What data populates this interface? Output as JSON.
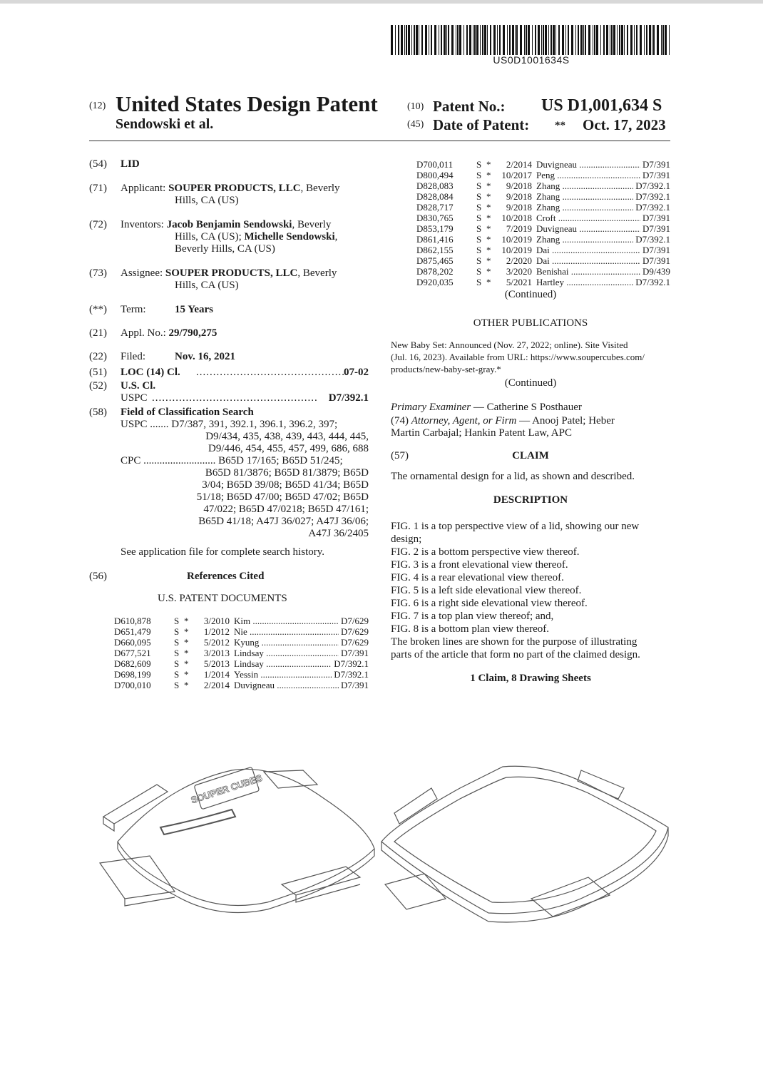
{
  "barcode_number": "US0D1001634S",
  "header": {
    "kind_code": "(12)",
    "title": "United States Design Patent",
    "patent_no_code": "(10)",
    "patent_no_label": "Patent No.:",
    "patent_no": "US D1,001,634 S",
    "inventor_short": "Sendowski et al.",
    "date_code": "(45)",
    "date_label": "Date of Patent:",
    "date_mark": "**",
    "date": "Oct. 17, 2023"
  },
  "left": {
    "title_code": "(54)",
    "title": "LID",
    "applicant_code": "(71)",
    "applicant_label": "Applicant:",
    "applicant_name": "SOUPER PRODUCTS, LLC",
    "applicant_rest": ", Beverly",
    "applicant_line2": "Hills, CA (US)",
    "inventors_code": "(72)",
    "inventors_label": "Inventors:",
    "inv1": "Jacob Benjamin Sendowski",
    "inv1_rest": ", Beverly",
    "inv2_pre": "Hills, CA (US); ",
    "inv2": "Michelle Sendowski",
    "inv2_rest": ",",
    "inv3": "Beverly Hills, CA (US)",
    "assignee_code": "(73)",
    "assignee_label": "Assignee:",
    "assignee_name": "SOUPER PRODUCTS, LLC",
    "assignee_rest": ", Beverly",
    "assignee_line2": "Hills, CA (US)",
    "term_code": "(**)",
    "term_label": "Term:",
    "term": "15 Years",
    "appl_code": "(21)",
    "appl_label": "Appl. No.:",
    "appl_no": "29/790,275",
    "filed_code": "(22)",
    "filed_label": "Filed:",
    "filed": "Nov. 16, 2021",
    "loc_code": "(51)",
    "loc_label": "LOC (14) Cl.",
    "loc_value": "07-02",
    "uscl_code": "(52)",
    "uscl_label": "U.S. Cl.",
    "uspc_label": "USPC",
    "uspc_value": "D7/392.1",
    "field_code": "(58)",
    "field_label": "Field of Classification Search",
    "field_lines": [
      "USPC ....... D7/387, 391, 392.1, 396.1, 396.2, 397;",
      "D9/434, 435, 438, 439, 443, 444, 445,",
      "D9/446, 454, 455, 457, 499, 686, 688",
      "CPC ........................... B65D 17/165; B65D 51/245;",
      "B65D 81/3876; B65D 81/3879; B65D",
      "3/04; B65D 39/08; B65D 41/34; B65D",
      "51/18; B65D 47/00; B65D 47/02; B65D",
      "47/022; B65D 47/0218; B65D 47/161;",
      "B65D 41/18; A47J 36/027; A47J 36/06;",
      "A47J 36/2405"
    ],
    "search_note": "See application file for complete search history.",
    "refs_code": "(56)",
    "refs_label": "References Cited",
    "us_docs": "U.S. PATENT DOCUMENTS",
    "refs": [
      [
        "D610,878",
        "S",
        "*",
        "3/2010",
        "Kim",
        "D7/629"
      ],
      [
        "D651,479",
        "S",
        "*",
        "1/2012",
        "Nie",
        "D7/629"
      ],
      [
        "D660,095",
        "S",
        "*",
        "5/2012",
        "Kyung",
        "D7/629"
      ],
      [
        "D677,521",
        "S",
        "*",
        "3/2013",
        "Lindsay",
        "D7/391"
      ],
      [
        "D682,609",
        "S",
        "*",
        "5/2013",
        "Lindsay",
        "D7/392.1"
      ],
      [
        "D698,199",
        "S",
        "*",
        "1/2014",
        "Yessin",
        "D7/392.1"
      ],
      [
        "D700,010",
        "S",
        "*",
        "2/2014",
        "Duvigneau",
        "D7/391"
      ]
    ]
  },
  "right": {
    "refs": [
      [
        "D700,011",
        "S",
        "*",
        "2/2014",
        "Duvigneau",
        "D7/391"
      ],
      [
        "D800,494",
        "S",
        "*",
        "10/2017",
        "Peng",
        "D7/391"
      ],
      [
        "D828,083",
        "S",
        "*",
        "9/2018",
        "Zhang",
        "D7/392.1"
      ],
      [
        "D828,084",
        "S",
        "*",
        "9/2018",
        "Zhang",
        "D7/392.1"
      ],
      [
        "D828,717",
        "S",
        "*",
        "9/2018",
        "Zhang",
        "D7/392.1"
      ],
      [
        "D830,765",
        "S",
        "*",
        "10/2018",
        "Croft",
        "D7/391"
      ],
      [
        "D853,179",
        "S",
        "*",
        "7/2019",
        "Duvigneau",
        "D7/391"
      ],
      [
        "D861,416",
        "S",
        "*",
        "10/2019",
        "Zhang",
        "D7/392.1"
      ],
      [
        "D862,155",
        "S",
        "*",
        "10/2019",
        "Dai",
        "D7/391"
      ],
      [
        "D875,465",
        "S",
        "*",
        "2/2020",
        "Dai",
        "D7/391"
      ],
      [
        "D878,202",
        "S",
        "*",
        "3/2020",
        "Benishai",
        "D9/439"
      ],
      [
        "D920,035",
        "S",
        "*",
        "5/2021",
        "Hartley",
        "D7/392.1"
      ]
    ],
    "continued": "(Continued)",
    "other_pubs": "OTHER PUBLICATIONS",
    "pub_lines": [
      "New Baby Set: Announced (Nov. 27, 2022; online). Site Visited",
      "(Jul. 16, 2023). Available from URL: https://www.soupercubes.com/",
      "products/new-baby-set-gray.*"
    ],
    "continued2": "(Continued)",
    "examiner_label": "Primary Examiner",
    "examiner": " — Catherine S Posthauer",
    "attorney_code": "(74) ",
    "attorney_label": "Attorney, Agent, or Firm",
    "attorney": " — Anooj Patel; Heber",
    "attorney_line2": "Martin Carbajal; Hankin Patent Law, APC",
    "claim_code": "(57)",
    "claim_label": "CLAIM",
    "claim_text": "The ornamental design for a lid, as shown and described.",
    "desc_label": "DESCRIPTION",
    "desc_lines": [
      "FIG. 1 is a top perspective view of a lid, showing our new",
      "design;",
      "FIG. 2 is a bottom perspective view thereof.",
      "FIG. 3 is a front elevational view thereof.",
      "FIG. 4 is a rear elevational view thereof.",
      "FIG. 5 is a left side elevational view thereof.",
      "FIG. 6 is a right side elevational view thereof.",
      "FIG. 7 is a top plan view thereof; and,",
      "FIG. 8 is a bottom plan view thereof.",
      "The broken lines are shown for the purpose of illustrating",
      "parts of the article that form no part of the claimed design."
    ],
    "claims_count": "1 Claim, 8 Drawing Sheets"
  },
  "drawing": {
    "logo_text": "SOUPER CUBES"
  }
}
